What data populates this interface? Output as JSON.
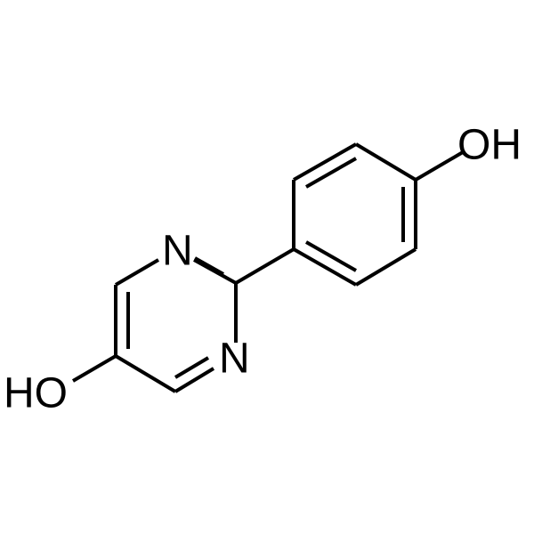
{
  "molecule": {
    "atoms": {
      "oh_top": "OH",
      "n_upper": "N",
      "n_lower": "N",
      "oh_left": "HO"
    },
    "colors": {
      "bond": "#000000",
      "text": "#000000",
      "background": "#ffffff"
    }
  }
}
